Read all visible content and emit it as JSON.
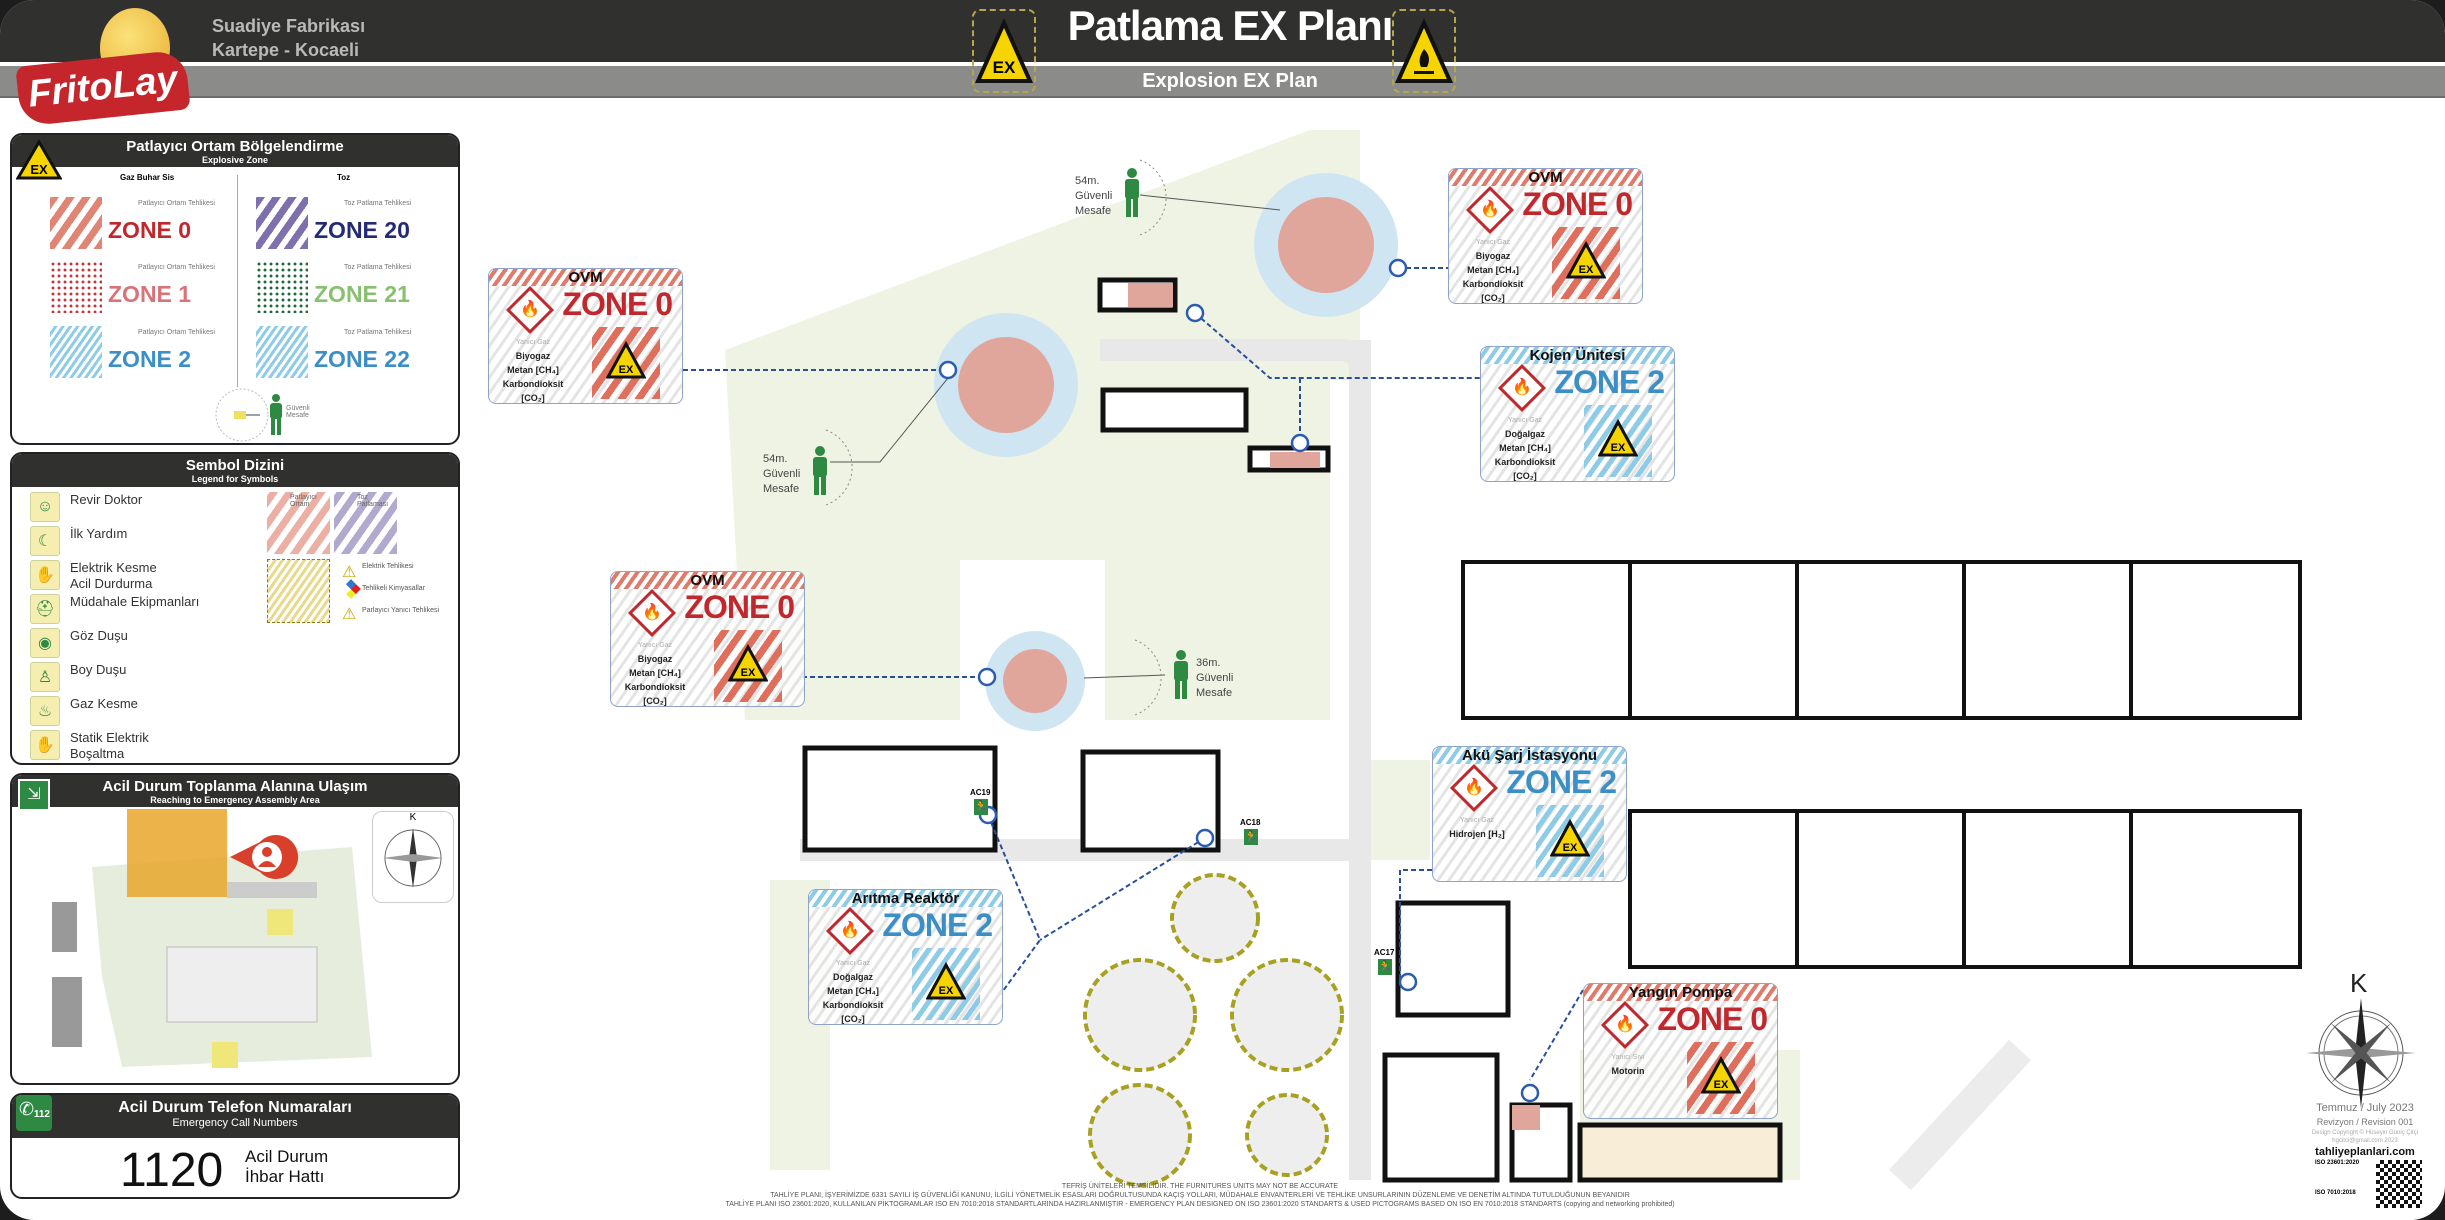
{
  "header": {
    "brand": "FritoLay",
    "site_line1": "Suadiye Fabrikası",
    "site_line2": "Kartepe - Kocaeli",
    "title": "Patlama EX Planı",
    "subtitle": "Explosion EX Plan",
    "icon_left": "ex-warning-icon",
    "icon_right": "flammable-warning-icon"
  },
  "zone_panel": {
    "title": "Patlayıcı Ortam Bölgelendirme",
    "subtitle": "Explosive Zone",
    "col_gas": "Gaz Buhar Sis",
    "col_dust": "Toz",
    "gas_hint": "Patlayıcı Ortam Tehlikesi",
    "dust_hint": "Toz Patlama Tehlikesi",
    "gas_zones": [
      "ZONE 0",
      "ZONE 1",
      "ZONE 2"
    ],
    "dust_zones": [
      "ZONE 20",
      "ZONE 21",
      "ZONE 22"
    ],
    "safe_distance": "Güvenli Mesafe",
    "colors": {
      "zone0": "#c0282d",
      "zone1": "#d9737a",
      "zone2": "#3b8fc6",
      "zone20": "#232a78",
      "zone21": "#88c070",
      "zone22": "#3b8fc6"
    }
  },
  "symbol_panel": {
    "title": "Sembol Dizini",
    "subtitle": "Legend for Symbols",
    "items": [
      {
        "label": "Revir Doktor",
        "icon": "doctor-icon"
      },
      {
        "label": "İlk Yardım",
        "icon": "first-aid-crescent-icon"
      },
      {
        "label": "Elektrik Kesme\nAcil Durdurma",
        "icon": "emergency-stop-icon"
      },
      {
        "label": "Müdahale Ekipmanları",
        "icon": "response-equipment-icon"
      },
      {
        "label": "Göz Duşu",
        "icon": "eye-shower-icon"
      },
      {
        "label": "Boy Duşu",
        "icon": "body-shower-icon"
      },
      {
        "label": "Gaz Kesme",
        "icon": "gas-cut-icon"
      },
      {
        "label": "Statik Elektrik\nBoşaltma",
        "icon": "static-discharge-icon"
      }
    ],
    "explosive_area": "Patlayıcı Ortam",
    "dust_explosion": "Toz Patlaması",
    "hazards": [
      "Elektrik Tehlikesi",
      "Tehlikeli Kimyasallar",
      "Parlayıcı Yanıcı Tehlikesi"
    ]
  },
  "assembly_panel": {
    "title": "Acil Durum Toplanma Alanına Ulaşım",
    "subtitle": "Reaching to Emergency Assembly Area",
    "compass_north": "K"
  },
  "phone_panel": {
    "title": "Acil Durum Telefon Numaraları",
    "subtitle": "Emergency Call Numbers",
    "badge": "112",
    "number": "1120",
    "label_line1": "Acil Durum",
    "label_line2": "İhbar Hattı"
  },
  "map": {
    "cards": [
      {
        "title": "OVM",
        "zone": "ZONE 0",
        "level": 0,
        "hazard": "Yanıcı Gaz",
        "substances": [
          "Biyogaz",
          "Metan [CH₄]",
          "Karbondioksit [CO₂]"
        ]
      },
      {
        "title": "OVM",
        "zone": "ZONE 0",
        "level": 0,
        "hazard": "Yanıcı Gaz",
        "substances": [
          "Biyogaz",
          "Metan [CH₄]",
          "Karbondioksit [CO₂]"
        ]
      },
      {
        "title": "Kojen Ünitesi",
        "zone": "ZONE 2",
        "level": 2,
        "hazard": "Yanıcı Gaz",
        "substances": [
          "Doğalgaz",
          "Metan [CH₄]",
          "Karbondioksit [CO₂]"
        ]
      },
      {
        "title": "OVM",
        "zone": "ZONE 0",
        "level": 0,
        "hazard": "Yanıcı Gaz",
        "substances": [
          "Biyogaz",
          "Metan [CH₄]",
          "Karbondioksit [CO₂]"
        ]
      },
      {
        "title": "Arıtma Reaktör",
        "zone": "ZONE 2",
        "level": 2,
        "hazard": "Yanıcı Gaz",
        "substances": [
          "Doğalgaz",
          "Metan [CH₄]",
          "Karbondioksit [CO₂]"
        ]
      },
      {
        "title": "Akü Şarj İstasyonu",
        "zone": "ZONE 2",
        "level": 2,
        "hazard": "Yanıcı Gaz",
        "substances": [
          "Hidrojen [H₂]"
        ]
      },
      {
        "title": "Yangın Pompa",
        "zone": "ZONE 0",
        "level": 0,
        "hazard": "Yanıcı Sıvı",
        "substances": [
          "Motorin"
        ]
      }
    ],
    "safe_distances": [
      {
        "distance": "54m.",
        "label1": "Güvenli",
        "label2": "Mesafe"
      },
      {
        "distance": "54m.",
        "label1": "Güvenli",
        "label2": "Mesafe"
      },
      {
        "distance": "36m.",
        "label1": "Güvenli",
        "label2": "Mesafe"
      }
    ],
    "exits": [
      "AC19",
      "AC18",
      "AC17"
    ],
    "compass_north": "K"
  },
  "info": {
    "date": "Temmuz / July 2023",
    "revision": "Revizyon / Revision  001",
    "copyright": "Design Copyright © Hüseyin Güniç Çitçi",
    "email": "hgcitci@gmail.com 2023",
    "website": "tahliyeplanlari.com",
    "iso1": "23601:2020",
    "iso2": "7010:2018"
  },
  "footer": {
    "line1": "TEFRİŞ ÜNİTELERİ TEMSİLİDİR. THE FURNITURES UNITS MAY NOT BE ACCURATE",
    "line2": "TAHLİYE PLANI, İŞYERİMİZDE 6331 SAYILI İŞ GÜVENLİĞİ KANUNU, İLGİLİ YÖNETMELİK ESASLARI DOĞRULTUSUNDA KAÇIŞ YOLLARI, MÜDAHALE ENVANTERLERİ VE TEHLİKE UNSURLARININ DÜZENLEME VE DENETİM ALTINDA TUTULDUĞUNUN BEYANIDIR",
    "line3": "TAHLİYE PLANI ISO 23601:2020, KULLANILAN PİKTOGRAMLAR ISO EN 7010:2018 STANDARTLARINDA HAZIRLANMIŞTIR - EMERGENCY PLAN DESIGNED ON ISO 23601:2020 STANDARTS & USED PICTOGRAMS BASED ON ISO EN 7010:2018 STANDARTS (copying and networking prohibited)"
  }
}
